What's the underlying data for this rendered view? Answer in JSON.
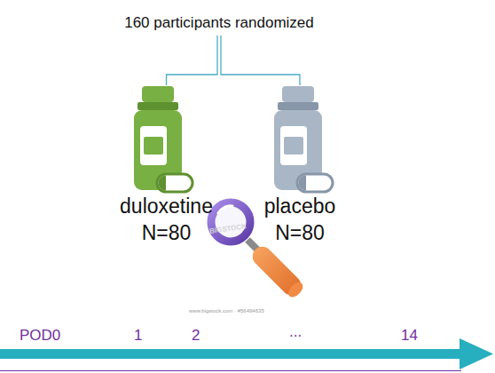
{
  "diagram": {
    "nodes": [
      {
        "text": [
          "160 participants randomized"
        ]
      },
      {
        "text": [
          "duloxetine",
          "N=80"
        ]
      },
      {
        "text": [
          "placebo",
          "N=80"
        ]
      }
    ],
    "edges": [
      {
        "from": 0,
        "to": 1,
        "arrow": "none"
      },
      {
        "from": 0,
        "to": 2,
        "arrow": "none"
      }
    ],
    "labels": [
      "BIGSTOCK",
      "www.bigstock.com · #56494635",
      "POD0",
      "1",
      "2",
      "...",
      "14"
    ]
  }
}
